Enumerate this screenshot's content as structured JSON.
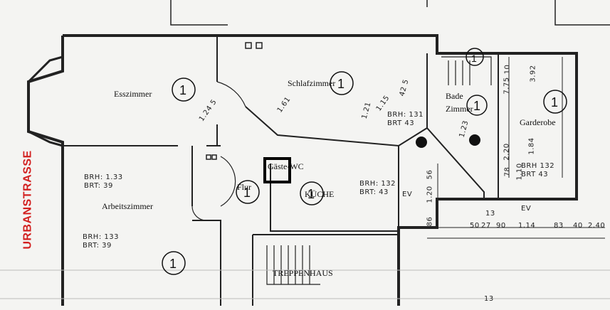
{
  "street": "URBANSTRASSE",
  "rooms": {
    "esszimmer": "Esszimmer",
    "schlafzimmer": "Schlafzimmer",
    "bade_zimmer_1": "Bade",
    "bade_zimmer_2": "Zimmer",
    "garderobe": "Garderobe",
    "gaeste_wc": "Gäste-WC",
    "flur": "Flur",
    "kueche": "KÜCHE",
    "arbeitszimmer": "Arbeitszimmer",
    "treppenhaus": "TREPPENHAUS"
  },
  "markers": {
    "room_number": "1"
  },
  "dimensions": {
    "brh_1_33_a": "BRH: 1.33",
    "brt_39_a": "BRT: 39",
    "brh_1_33_b": "BRH: 133",
    "brt_39_b": "BRT: 39",
    "brh_132": "BRH: 132",
    "brt_43_k": "BRT: 43",
    "brh_131": "BRH: 131",
    "brt_43_s": "BRT 43",
    "brh_132_g": "BRH 132",
    "brt_43_g": "BRT 43",
    "ev_1": "EV",
    "ev_2": "EV",
    "d_1_24_5": "1.24 5",
    "d_1_61": "1.61",
    "d_1_15": "1.15",
    "d_42_5": "42 5",
    "d_1_21": "1.21",
    "d_1_20": "1.20",
    "d_56": "56",
    "d_86": "86",
    "d_13a": "13",
    "d_13b": "13",
    "d_50": "50",
    "d_27": "27",
    "d_90": "90",
    "d_1_14": "1.14",
    "d_83": "83",
    "d_40": "40",
    "d_2_40": "2.40",
    "d_7_75": "7.75",
    "d_10": "10",
    "d_3_92": "3.92",
    "d_1_84": "1.84",
    "d_2_20": "2.20",
    "d_78": "78",
    "d_1_10": "1.10",
    "d_1_23": "1.23"
  }
}
